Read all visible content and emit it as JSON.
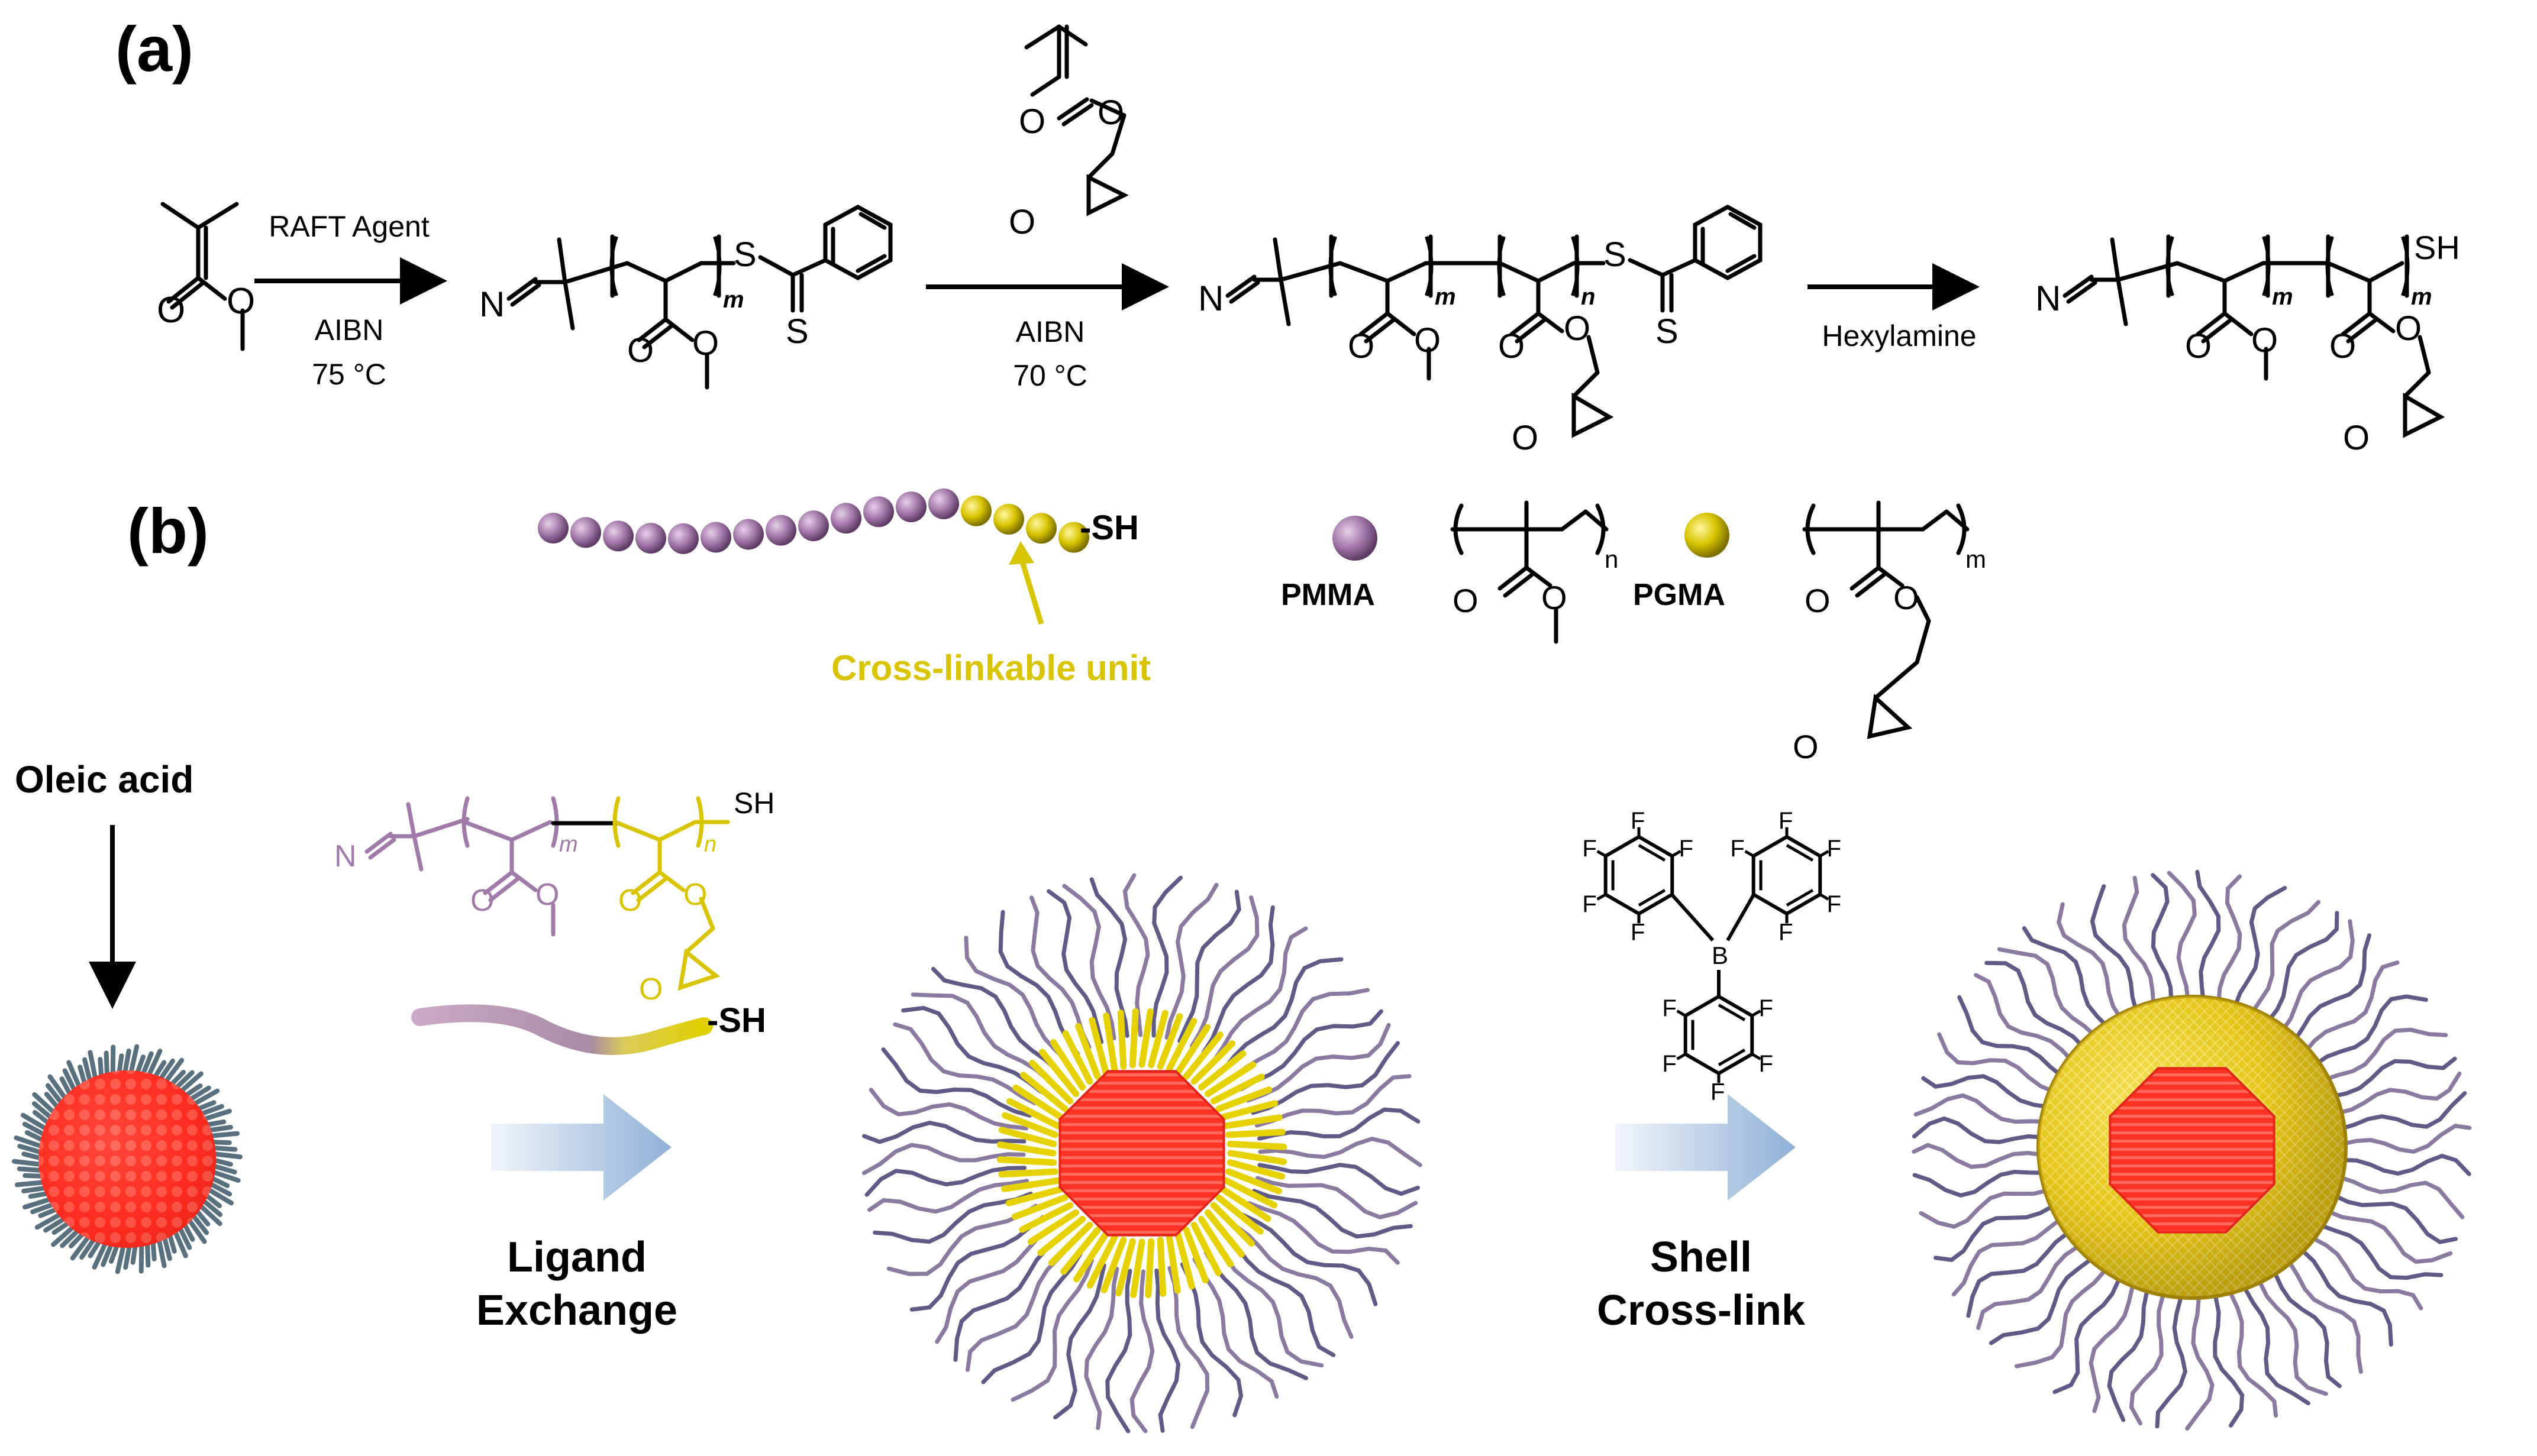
{
  "panels": {
    "a": {
      "label": "(a)"
    },
    "b": {
      "label": "(b)"
    }
  },
  "reaction": {
    "step1": {
      "reagent": "RAFT Agent",
      "initiator": "AIBN",
      "temp": "75 °C"
    },
    "step2": {
      "initiator": "AIBN",
      "temp": "70 °C"
    },
    "step3": {
      "reagent": "Hexylamine"
    }
  },
  "atoms": {
    "N": "N",
    "S": "S",
    "O": "O",
    "SH": "SH",
    "F": "F",
    "B": "B",
    "m": "m",
    "n": "n"
  },
  "legend": {
    "chain_end": "-SH",
    "crosslink_label": "Cross-linkable unit",
    "pmma": "PMMA",
    "pgma": "PGMA",
    "pmma_color": "#a07aa8",
    "pgma_color": "#d8c400"
  },
  "process": {
    "start_label": "Oleic acid",
    "ligand_end": "-SH",
    "step1_line1": "Ligand",
    "step1_line2": "Exchange",
    "step2_line1": "Shell",
    "step2_line2": "Cross-link",
    "core_color": "#ff3b2f",
    "shell_color": "#e8d21a",
    "arrow_color": "#8fb1d6"
  }
}
